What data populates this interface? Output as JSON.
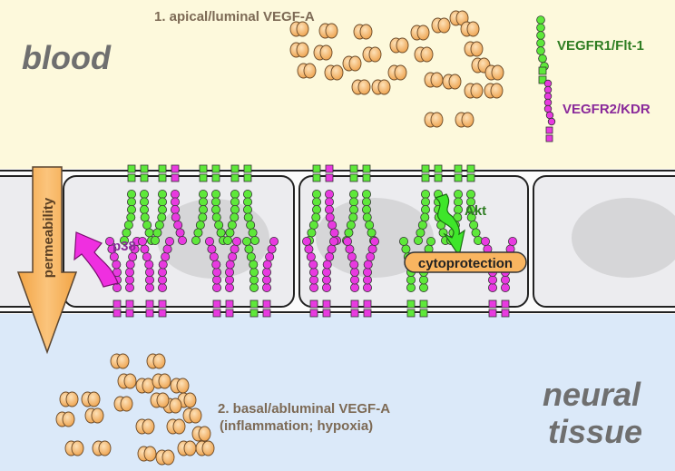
{
  "regions": {
    "top_label": "blood",
    "bottom_label_line1": "neural",
    "bottom_label_line2": "tissue"
  },
  "labels": {
    "apical": "1. apical/luminal VEGF-A",
    "basal_line1": "2. basal/abluminal VEGF-A",
    "basal_line2": "(inflammation; hypoxia)",
    "permeability": "permeability",
    "p38": "p38",
    "akt": "Akt",
    "cytoprotection": "cytoprotection"
  },
  "legend": {
    "vegfr1": "VEGFR1/Flt-1",
    "vegfr2": "VEGFR2/KDR"
  },
  "colors": {
    "blood_bg": "#fdf9dc",
    "tissue_bg": "#dbe9f9",
    "vegfr1": "#5ee83a",
    "vegfr2": "#e83ae0",
    "vegf": "#f6b66b",
    "arrow": "#f6b05a",
    "cell_fill": "#ececef",
    "nucleus": "#d6d6d8",
    "text_brown": "#7d6a55",
    "text_green": "#2f7d22",
    "text_purple": "#8a2a9a"
  }
}
